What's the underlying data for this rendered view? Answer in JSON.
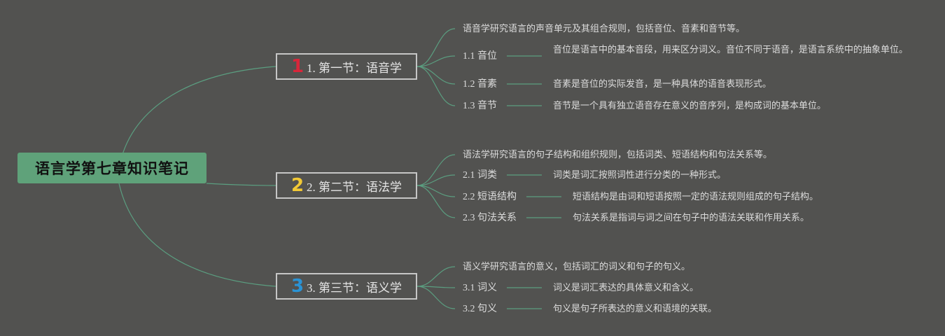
{
  "root": {
    "title": "语言学第七章知识笔记"
  },
  "colors": {
    "background": "#525250",
    "root_fill": "#5fa27a",
    "connector": "#5b9e80",
    "section_border": "#c6c6c6"
  },
  "sections": [
    {
      "badge": "1",
      "badge_color": "#d8263a",
      "title": "1. 第一节：语音学",
      "description": "语音学研究语言的声音单元及其组合规则，包括音位、音素和音节等。",
      "items": [
        {
          "label": "1.1 音位",
          "detail": "音位是语言中的基本音段，用来区分词义。音位不同于语音，是语言系统中的抽象单位。"
        },
        {
          "label": "1.2 音素",
          "detail": "音素是音位的实际发音，是一种具体的语音表现形式。"
        },
        {
          "label": "1.3 音节",
          "detail": "音节是一个具有独立语音存在意义的音序列，是构成词的基本单位。"
        }
      ]
    },
    {
      "badge": "2",
      "badge_color": "#f2c935",
      "title": "2. 第二节：语法学",
      "description": "语法学研究语言的句子结构和组织规则，包括词类、短语结构和句法关系等。",
      "items": [
        {
          "label": "2.1 词类",
          "detail": "词类是词汇按照词性进行分类的一种形式。"
        },
        {
          "label": "2.2 短语结构",
          "detail": "短语结构是由词和短语按照一定的语法规则组成的句子结构。"
        },
        {
          "label": "2.3 句法关系",
          "detail": "句法关系是指词与词之间在句子中的语法关联和作用关系。"
        }
      ]
    },
    {
      "badge": "3",
      "badge_color": "#2a93d5",
      "title": "3. 第三节：语义学",
      "description": "语义学研究语言的意义，包括词汇的词义和句子的句义。",
      "items": [
        {
          "label": "3.1 词义",
          "detail": "词义是词汇表达的具体意义和含义。"
        },
        {
          "label": "3.2 句义",
          "detail": "句义是句子所表达的意义和语境的关联。"
        }
      ]
    }
  ]
}
